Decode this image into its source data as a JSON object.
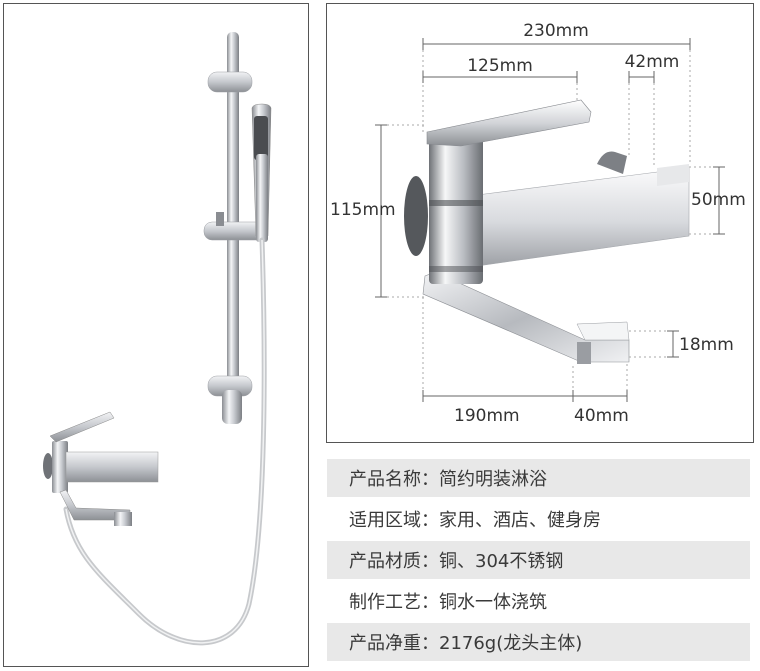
{
  "dimensions": {
    "overall_width": "230mm",
    "handle_length": "125mm",
    "holder_width": "42mm",
    "height": "115mm",
    "body_height": "50mm",
    "spout_height": "18mm",
    "spout_reach": "190mm",
    "spout_tip": "40mm"
  },
  "specs": [
    {
      "label": "产品名称：",
      "value": "简约明装淋浴"
    },
    {
      "label": "适用区域：",
      "value": "家用、酒店、健身房"
    },
    {
      "label": "产品材质：",
      "value": "铜、304不锈钢"
    },
    {
      "label": "制作工艺：",
      "value": "铜水一体浇筑"
    },
    {
      "label": "产品净重：",
      "value": "2176g(龙头主体)"
    }
  ]
}
